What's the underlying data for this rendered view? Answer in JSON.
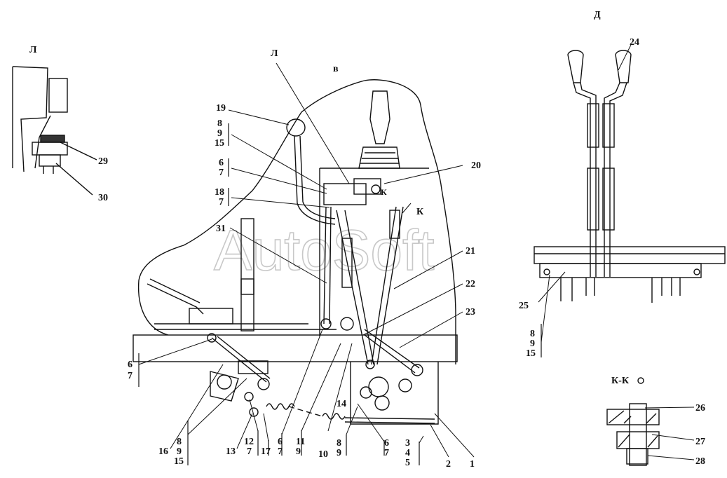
{
  "views": {
    "l": "Л",
    "v": "в",
    "d": "Д",
    "kk": "К-К",
    "k": "К"
  },
  "watermark": "AutoSoft",
  "callouts": {
    "c1": "1",
    "c2": "2",
    "c14": "14",
    "c19": "19",
    "c20": "20",
    "c21": "21",
    "c22": "22",
    "c23": "23",
    "c24": "24",
    "c25": "25",
    "c26": "26",
    "c27": "27",
    "c28": "28",
    "c29": "29",
    "c30": "30",
    "c31": "31"
  },
  "groups": {
    "g8_9_15": [
      "8",
      "9",
      "15"
    ],
    "g6_7_a": [
      "6",
      "7"
    ],
    "g18_7": [
      "18",
      "7"
    ],
    "g6_7_left": [
      "6",
      "7"
    ],
    "g8_9_15_bot": [
      "8",
      "9",
      "15"
    ],
    "g16": [
      "16"
    ],
    "g13": [
      "13"
    ],
    "g12_7": [
      "12",
      "7"
    ],
    "g17": [
      "17"
    ],
    "g6_7_b": [
      "6",
      "7"
    ],
    "g11_9": [
      "11",
      "9"
    ],
    "g10": [
      "10"
    ],
    "g8_9_b": [
      "8",
      "9"
    ],
    "g6_7_c": [
      "6",
      "7"
    ],
    "g3_4_5": [
      "3",
      "4",
      "5"
    ],
    "g8_9_15_right": [
      "8",
      "9",
      "15"
    ]
  }
}
